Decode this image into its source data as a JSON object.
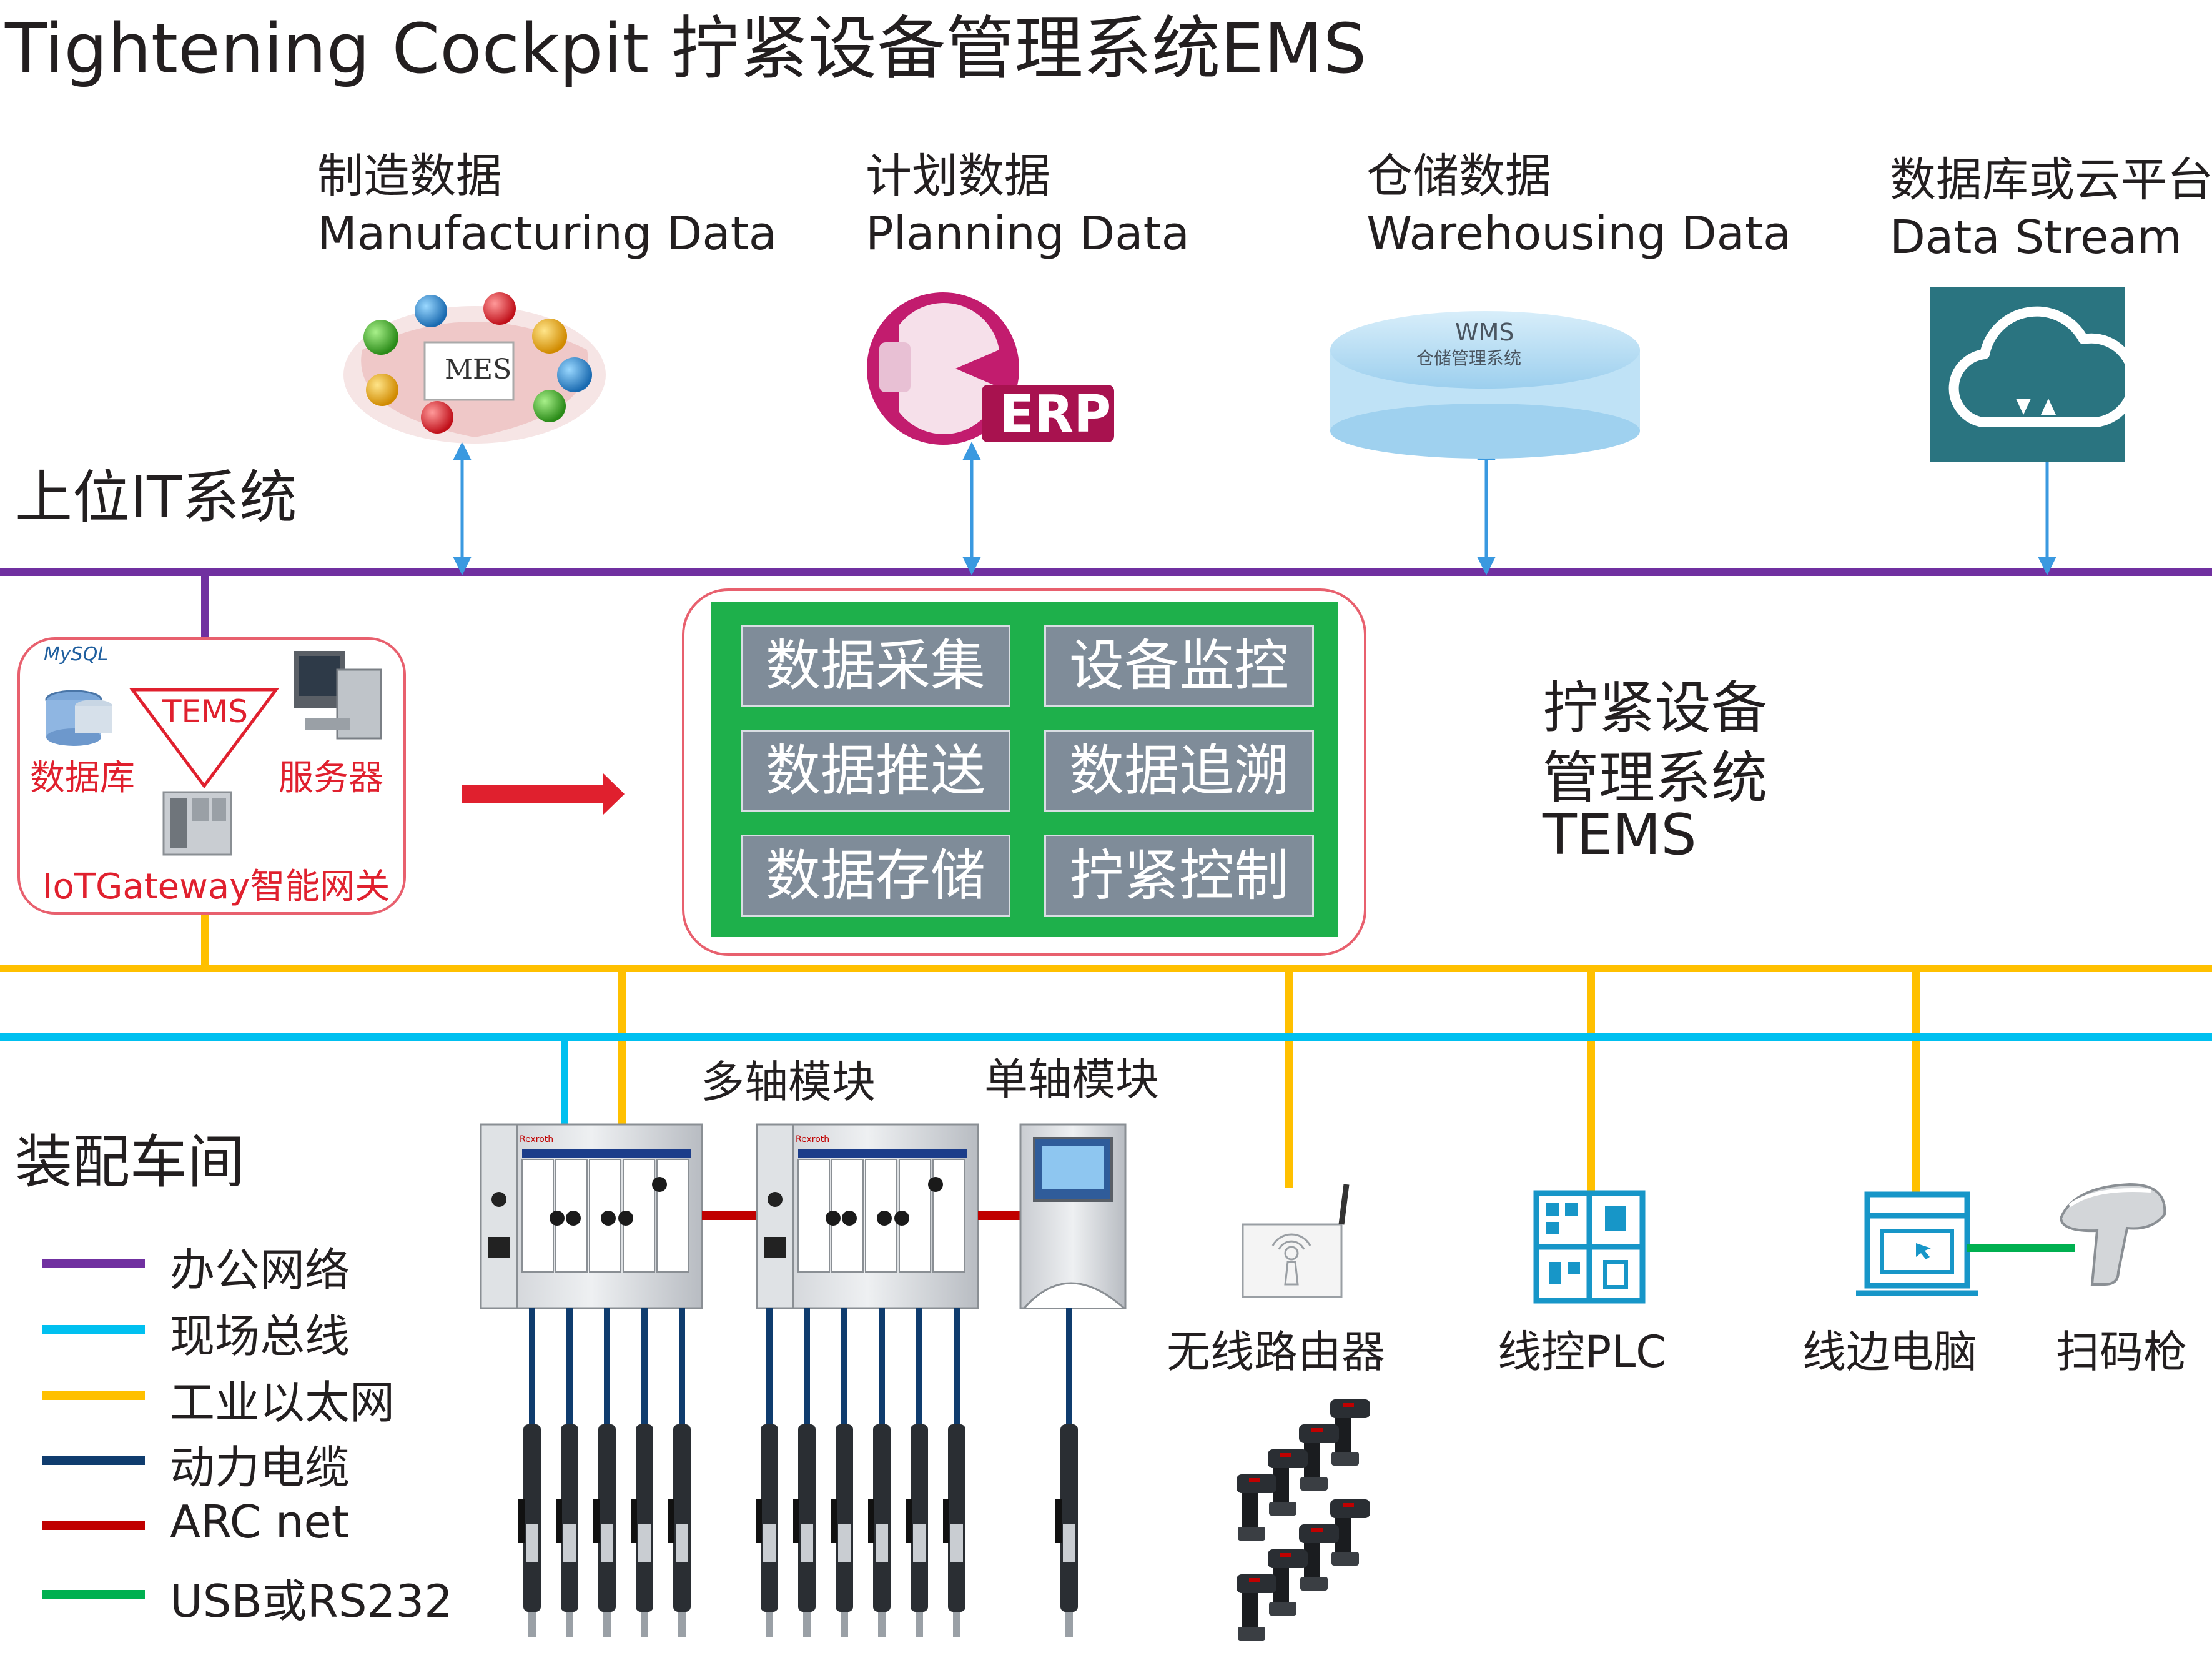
{
  "title": "Tightening Cockpit 拧紧设备管理系统EMS",
  "it_systems": [
    {
      "cn": "制造数据",
      "en": "Manufacturing Data",
      "logo": "MES"
    },
    {
      "cn": "计划数据",
      "en": "Planning Data",
      "logo": "ERP"
    },
    {
      "cn": "仓储数据",
      "en": "Warehousing Data",
      "logo": "WMS",
      "logo_sub": "仓储管理系统"
    },
    {
      "cn": "数据库或云平台",
      "en": "Data Stream",
      "logo": "cloud-icon"
    }
  ],
  "sections": {
    "upper_it": "上位IT系统",
    "assembly": "装配车间"
  },
  "gateway_box": {
    "mysql": "MySQL",
    "tems": "TEMS",
    "database": "数据库",
    "server": "服务器",
    "gateway": "IoTGateway智能网关"
  },
  "functions": [
    "数据采集",
    "设备监控",
    "数据推送",
    "数据追溯",
    "数据存储",
    "拧紧控制"
  ],
  "tems_title": [
    "拧紧设备",
    "管理系统",
    "TEMS"
  ],
  "modules": {
    "multi_axis": "多轴模块",
    "single_axis": "单轴模块",
    "brand": "Rexroth"
  },
  "devices": {
    "router": "无线路由器",
    "plc": "线控PLC",
    "pc": "线边电脑",
    "scanner": "扫码枪"
  },
  "legend": [
    {
      "label": "办公网络",
      "color": "#7030a0"
    },
    {
      "label": "现场总线",
      "color": "#00c0f0"
    },
    {
      "label": "工业以太网",
      "color": "#ffc000"
    },
    {
      "label": "动力电缆",
      "color": "#0f3c6e"
    },
    {
      "label": "ARC net",
      "color": "#c00000"
    },
    {
      "label": "USB或RS232",
      "color": "#00b050"
    }
  ],
  "colors": {
    "office": "#7030a0",
    "fieldbus": "#00c0f0",
    "ethernet": "#ffc000",
    "power": "#0f3c6e",
    "arcnet": "#c00000",
    "usb": "#00b050",
    "arrow": "#3a99e0",
    "panel_green": "#1eb04b",
    "panel_border": "#e8606e",
    "fn_button": "#7f8c99",
    "red_text": "#e0202e"
  }
}
